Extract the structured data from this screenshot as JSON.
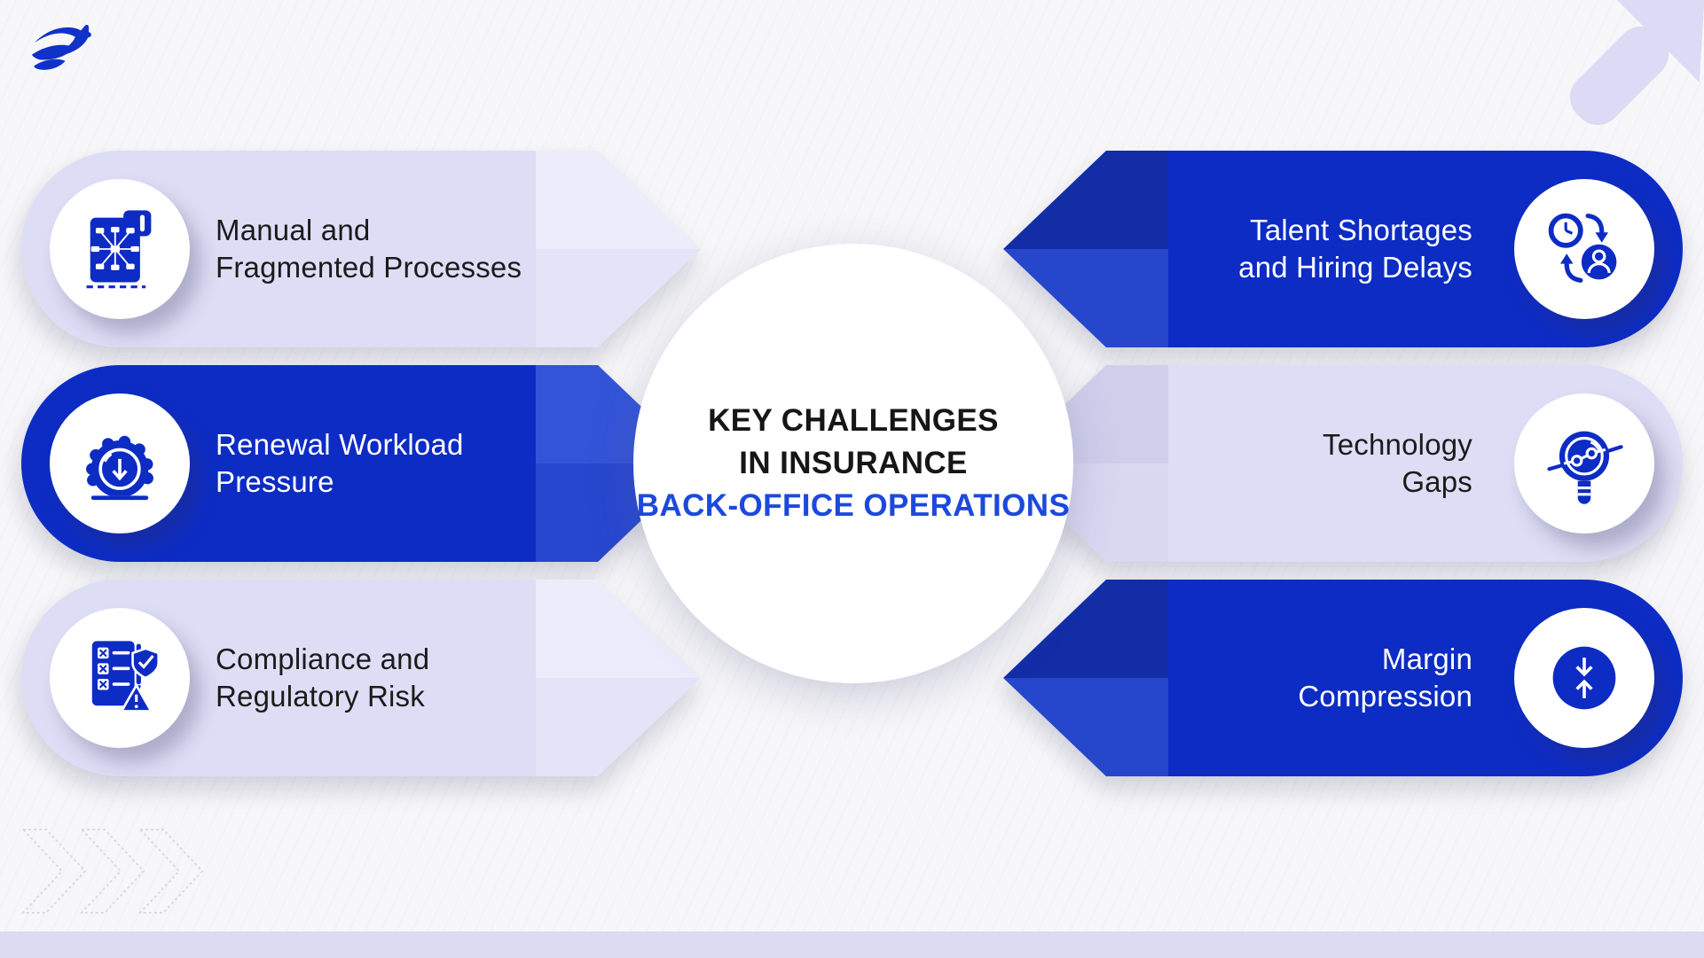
{
  "page": {
    "background_color": "#f7f7f9",
    "bottom_bar_color": "#dbdbf2"
  },
  "brand": {
    "logo": "phoenix-logo",
    "logo_color": "#1132c8"
  },
  "center": {
    "line1": "KEY CHALLENGES",
    "line2": "IN INSURANCE",
    "line3": "BACK-OFFICE OPERATIONS",
    "line3_color": "#1c49dc"
  },
  "challenges_left": [
    {
      "label": "Manual and\nFragmented Processes",
      "style": "lavender",
      "icon": "process-flow-icon"
    },
    {
      "label": "Renewal Workload\nPressure",
      "style": "blue",
      "icon": "renewal-gauge-icon"
    },
    {
      "label": "Compliance and\nRegulatory Risk",
      "style": "lavender",
      "icon": "compliance-checklist-icon"
    }
  ],
  "challenges_right": [
    {
      "label": "Talent Shortages\nand Hiring Delays",
      "style": "blue",
      "icon": "talent-cycle-icon"
    },
    {
      "label": "Technology\nGaps",
      "style": "lavender",
      "icon": "technology-magnifier-icon"
    },
    {
      "label": "Margin\nCompression",
      "style": "blue",
      "icon": "margin-compression-icon"
    }
  ],
  "decorations": {
    "corner_arrow": "arrow-up-right-decoration",
    "chevrons": "triple-chevron-right-decoration"
  },
  "colors": {
    "primary_blue": "#0d2cc4",
    "light_lavender": "#ddddf5",
    "arrow_lavender_light": "#ececfb",
    "arrow_blue_light": "#3354d8",
    "title_blue": "#1c49dc",
    "icon_blue": "#0d2cc4",
    "text_dark": "#1b1b1b",
    "text_light": "#ffffff"
  }
}
